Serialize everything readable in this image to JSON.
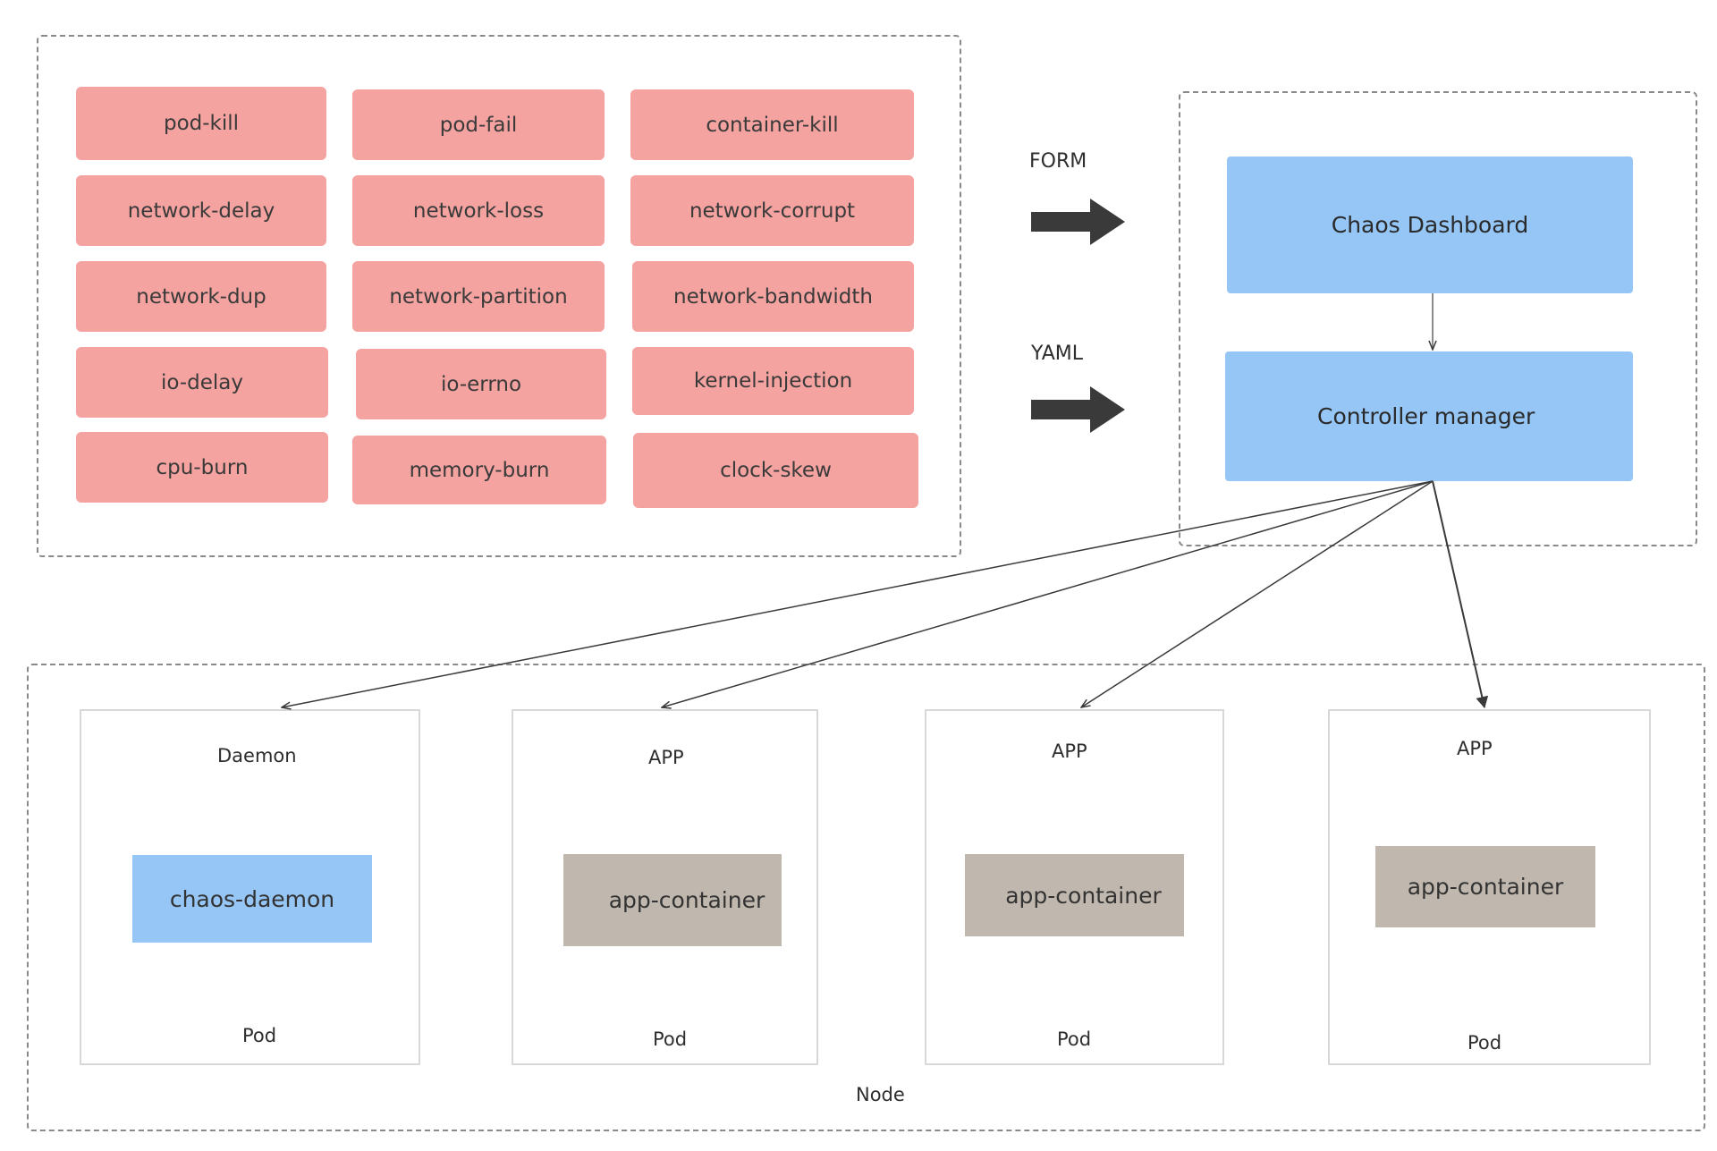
{
  "faults": [
    "pod-kill",
    "pod-fail",
    "container-kill",
    "network-delay",
    "network-loss",
    "network-corrupt",
    "network-dup",
    "network-partition",
    "network-bandwidth",
    "io-delay",
    "io-errno",
    "kernel-injection",
    "cpu-burn",
    "memory-burn",
    "clock-skew"
  ],
  "inputs": {
    "form": "FORM",
    "yaml": "YAML"
  },
  "control_plane": {
    "dashboard": "Chaos Dashboard",
    "controller": "Controller manager"
  },
  "node": {
    "label": "Node",
    "pods": [
      {
        "title": "Daemon",
        "container": "chaos-daemon",
        "footer": "Pod"
      },
      {
        "title": "APP",
        "container": "app-container",
        "footer": "Pod"
      },
      {
        "title": "APP",
        "container": "app-container",
        "footer": "Pod"
      },
      {
        "title": "APP",
        "container": "app-container",
        "footer": "Pod"
      }
    ]
  },
  "colors": {
    "fault_fill": "#f4a3a0",
    "control_fill": "#95c6f6",
    "daemon_fill": "#95c6f6",
    "app_fill": "#c0b8ae",
    "arrow": "#3a3a3a"
  }
}
